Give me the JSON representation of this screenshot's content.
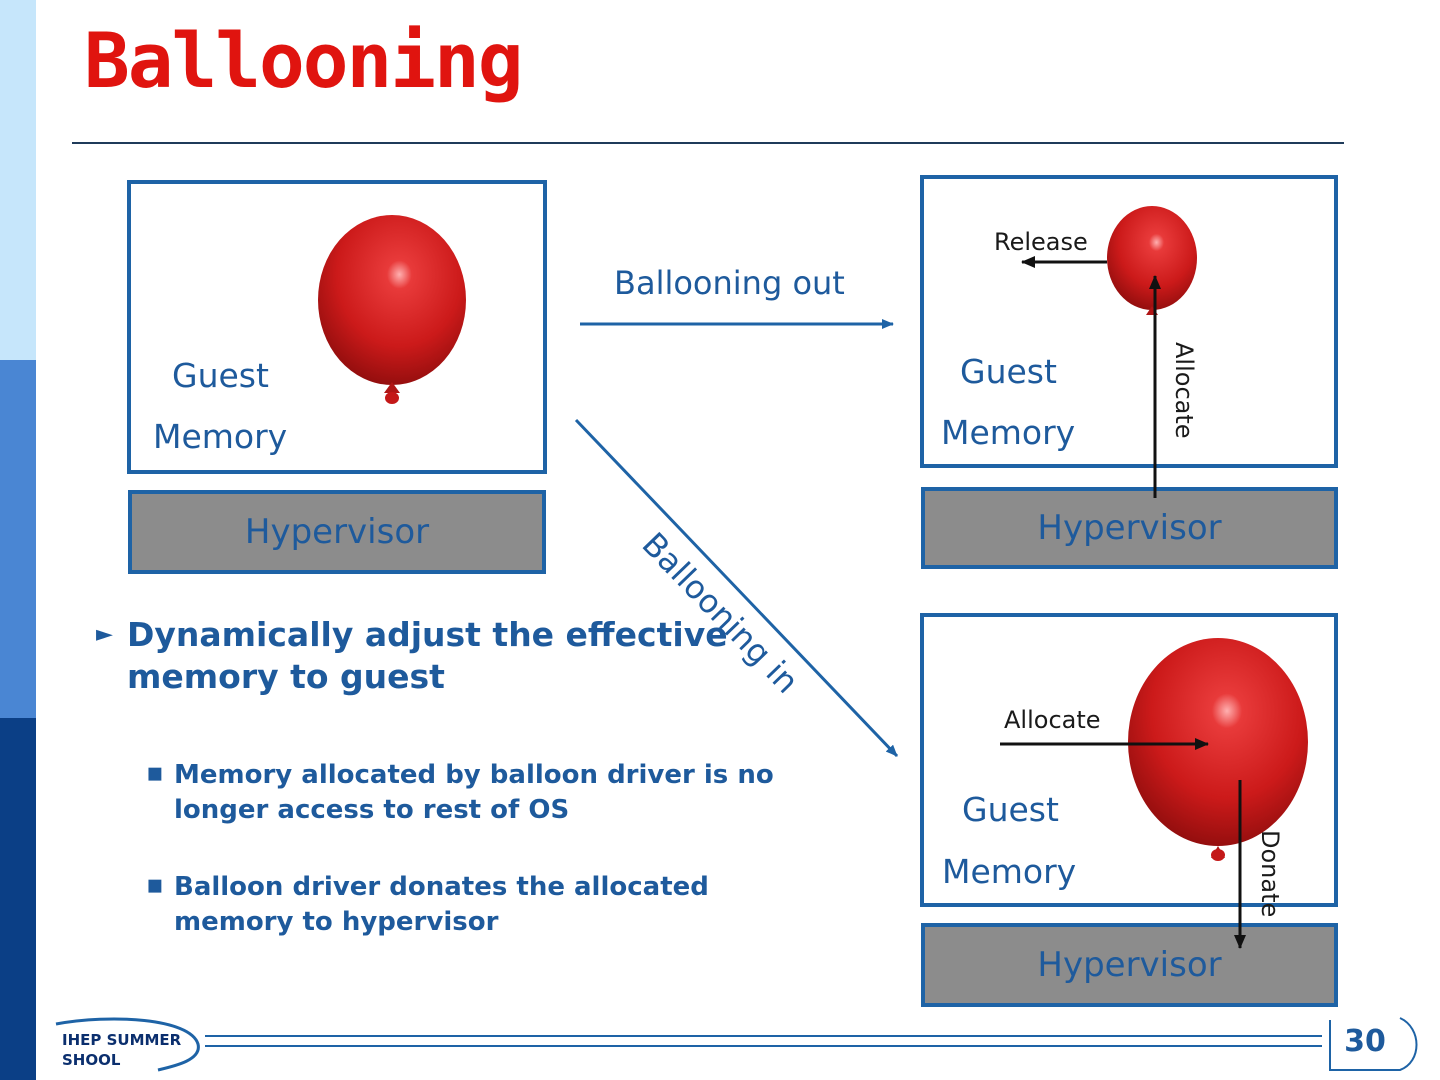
{
  "title": "Ballooning",
  "diagram": {
    "left": {
      "guest": "Guest",
      "memory": "Memory",
      "hypervisor": "Hypervisor"
    },
    "arrow_out_label": "Ballooning out",
    "arrow_in_label": "Ballooning in",
    "top_right": {
      "release": "Release",
      "allocate": "Allocate",
      "guest": "Guest",
      "memory": "Memory",
      "hypervisor": "Hypervisor"
    },
    "bottom_right": {
      "allocate": "Allocate",
      "donate": "Donate",
      "guest": "Guest",
      "memory": "Memory",
      "hypervisor": "Hypervisor"
    }
  },
  "bullets": {
    "main": "Dynamically adjust the effective memory to guest",
    "sub": [
      "Memory allocated by balloon driver is no longer access to rest of OS",
      "Balloon driver donates the allocated memory to hypervisor"
    ]
  },
  "footer": {
    "logo_line1": "IHEP SUMMER",
    "logo_line2": "SHOOL",
    "page_number": "30"
  },
  "colors": {
    "title": "#e0140f",
    "accent": "#1e63a6",
    "text_blue": "#1e5a9c",
    "hypervisor_fill": "#8c8c8c",
    "balloon": "#d21a1a"
  }
}
